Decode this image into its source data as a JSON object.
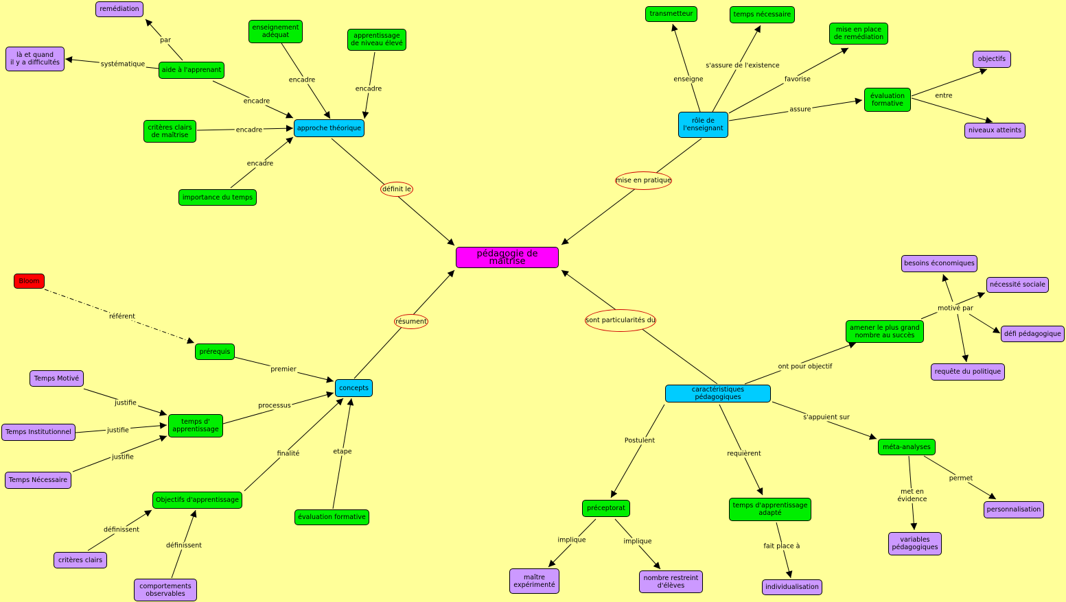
{
  "center": "pédagogie de maîtrise",
  "hubs": {
    "approche": "approche théorique",
    "role": "rôle de l'enseignant",
    "concepts": "concepts",
    "carac": "caractéristiques pédagogiques"
  },
  "linkers": {
    "definit": "définit le",
    "mise_en_pratique": "mise en pratique",
    "resument": "résument",
    "sont_particularites": "sont particularités du"
  },
  "nodes": {
    "remediation": "remédiation",
    "la_et_quand": "là et quand\nil y a difficultés",
    "aide": "aide à l'apprenant",
    "enseignement": "enseignement\nadéquat",
    "apprentissage_eleve": "apprentissage\nde niveau élevé",
    "criteres_maitrise": "critères clairs\nde maîtrise",
    "importance_temps": "importance du temps",
    "transmetteur": "transmetteur",
    "temps_necessaire": "temps nécessaire",
    "mise_en_place": "mise en place\nde remédiation",
    "objectifs": "objectifs",
    "evaluation_form_top": "évaluation\nformative",
    "niveaux": "niveaux atteints",
    "bloom": "Bloom",
    "prerequis": "prérequis",
    "temps_motive": "Temps Motivé",
    "temps_institutionnel": "Temps Institutionnel",
    "temps_necessaire_2": "Temps Nécessaire",
    "temps_apprentissage": "temps d'\napprentissage",
    "objectifs_apprentissage": "Objectifs d'apprentissage",
    "evaluation_formative": "évaluation formative",
    "criteres_clairs": "critères clairs",
    "comportements": "comportements\nobservables",
    "besoins": "besoins économiques",
    "necessite": "nécessité sociale",
    "defi": "défi pédagogique",
    "requete": "requête du politique",
    "amener": "amener le plus grand\nnombre au succès",
    "meta": "méta-analyses",
    "personnalisation": "personnalisation",
    "variables": "variables\npédagogiques",
    "preceptorat": "préceptorat",
    "maitre": "maître\nexpérimenté",
    "nombre": "nombre restreint\nd'élèves",
    "temps_adapte": "temps d'apprentissage\nadapté",
    "individualisation": "individualisation"
  },
  "labels": {
    "par": "par",
    "systematique": "systématique",
    "encadre": "encadre",
    "enseigne": "enseigne",
    "assure_existence": "s'assure de l'existence",
    "favorise": "favorise",
    "assure": "assure",
    "entre": "entre",
    "referent": "référent",
    "premier": "premier",
    "justifie": "justifie",
    "processus": "processus",
    "finalite": "finalité",
    "etape": "etape",
    "definissent": "définissent",
    "ont_pour_objectif": "ont pour objectif",
    "motive_par": "motivé par",
    "appuient": "s'appuient sur",
    "permet": "permet",
    "met_en_evidence": "met en\névidence",
    "postulent": "Postulent",
    "requierent": "requièrent",
    "implique": "implique",
    "fait_place": "fait place à"
  },
  "colors": {
    "background": "#ffff99",
    "green": "#00ee00",
    "purple": "#cc99ff",
    "blue": "#00ccff",
    "magenta": "#ff00ff",
    "red": "#ff0000",
    "ellipse_border": "#d00000"
  }
}
